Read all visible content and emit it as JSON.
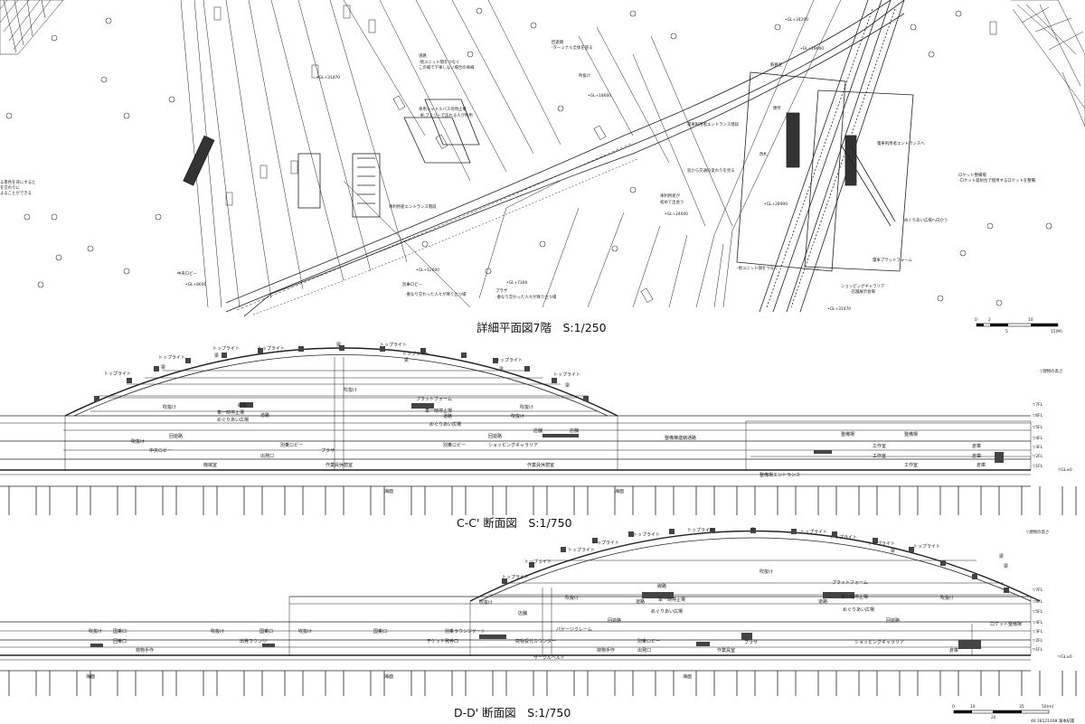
{
  "plan": {
    "title": "詳細平面図7階　S:1/250",
    "scale_ticks": [
      "0",
      "2",
      "5",
      "10",
      "15(M)"
    ],
    "labels": [
      "回遊路",
      "-ターミナル全体を巡る",
      "吹抜け",
      "道路",
      "-他ユニット間をつなぐ",
      "この場で下車しない場合の車線",
      "•GL+31470",
      "車用シャトルバス待停止場",
      "-車,フェリーで訪れる人が利用",
      "駅員室",
      "便所",
      "改札",
      "•GL+18600",
      "電車利用者エントランス階段",
      "電車利用者エントランスへ",
      "窓から交通の変わりを見る",
      "めぐりあい広場へ向かう",
      "車利用者エントランス階段",
      "車利用者が",
      "初めて出会う",
      "•GL+24600",
      "•GL+28900",
      "ロケット整備場",
      "-ロケット発射台で使用するロケットを整備",
      "電車プラットフォーム",
      "-他ユニット間をつなぐ",
      "中央ロビー",
      "•GL+8600",
      "別乗ロビー",
      "•GL+12600",
      "-重なり交わった人々が降り立つ場",
      "プラザ",
      "•GL+7300",
      "-重なり交わった人々が降り立つ場",
      "ショッピングギャラリア",
      "-店舗展示会場",
      "•GL+34200",
      "•GL+19600",
      "•GL+31470",
      "る景色を背にすると",
      "を交わりに",
      "よることができる"
    ]
  },
  "section_cc": {
    "title": "C-C' 断面図　S:1/750",
    "labels": [
      "トップライト",
      "梁",
      "トップライト",
      "トップライト",
      "梁",
      "トップライト",
      "梁",
      "トップライト",
      "梁",
      "トップライト",
      "梁",
      "トップライト",
      "トップライト",
      "梁",
      "吹抜け",
      "吹抜け",
      "線路",
      "プラットフォーム",
      "吹抜け",
      "めぐりあい広場",
      "車一時停止場",
      "道路",
      "車一時停止場",
      "道路",
      "めぐりあい広場",
      "吹抜け",
      "店舗",
      "店舗",
      "吹抜け",
      "回遊路",
      "回遊路",
      "整備棟連絡通路",
      "整備場",
      "整備場",
      "中央ロビー",
      "別乗ロビー",
      "プラザ",
      "出発口",
      "別乗ロビー",
      "ショッピングギャラリア",
      "工作室",
      "倉庫",
      "工作室",
      "倉庫",
      "作業員休憩室",
      "作業員休憩室",
      "機械室",
      "工作室",
      "倉庫",
      "整備場エントランス",
      "海面",
      "海面"
    ],
    "right_labels": [
      "▽建物の高さ",
      "▽7FL",
      "▽6FL",
      "▽5FL",
      "▽4FL",
      "▽3FL",
      "▽2FL",
      "▽1FL",
      "▽GL±0"
    ]
  },
  "section_dd": {
    "title": "D-D' 断面図　S:1/750",
    "labels": [
      "トップライト",
      "梁",
      "トップライト",
      "トップライト",
      "トップライト",
      "トップライト",
      "トップライト",
      "トップライト",
      "梁",
      "トップライト",
      "梁",
      "トップライト",
      "トップライト",
      "梁",
      "吹抜け",
      "吹抜け",
      "吹抜け",
      "線路",
      "プラットフォーム",
      "吹抜け",
      "車一時停止場",
      "道路",
      "車一時停止場",
      "道路",
      "めぐりあい広場",
      "めぐりあい広場",
      "回遊路",
      "回遊路",
      "店舗",
      "パゲージクレーム",
      "ロケット整備場",
      "吹抜け",
      "国乗口",
      "吹抜け",
      "国乗口",
      "吹抜け",
      "国乗口",
      "別乗ラウンジゲート",
      "チケット発券口",
      "荷物受付カウンター",
      "回乗口",
      "出発ラウンジ",
      "別乗ロビー",
      "荷物手作",
      "荷物手作",
      "出発口",
      "作業員室",
      "倉庫",
      "プラザ",
      "ショッピングギャラリア",
      "サークルベルト",
      "海面",
      "海面",
      "海面"
    ],
    "right_labels": [
      "▽建物の高さ",
      "▽7FL",
      "▽6FL",
      "▽5FL",
      "▽4FL",
      "▽3FL",
      "▽2FL",
      "▽1FL",
      "▽GL±0"
    ],
    "scale_ticks": [
      "0",
      "10",
      "20",
      "35",
      "50(m)"
    ],
    "sheet_no": "46 28121408 濱本紀書"
  }
}
